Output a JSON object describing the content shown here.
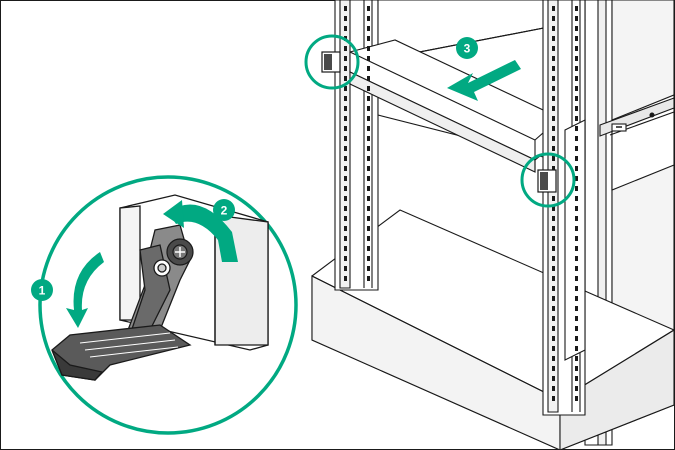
{
  "steps": [
    {
      "number": "1"
    },
    {
      "number": "2"
    },
    {
      "number": "3"
    }
  ],
  "colors": {
    "accent": "#01A982",
    "line": "#1a1a1a",
    "metal": "#f2f2f2",
    "shadow": "#c9c9c9",
    "latch_dark": "#4a4a4a",
    "latch_mid": "#7a7a7a"
  }
}
